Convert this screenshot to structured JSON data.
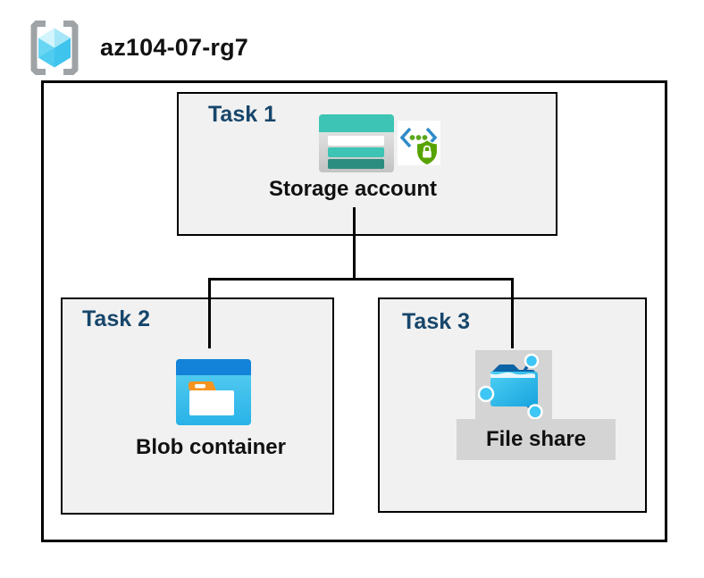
{
  "header": {
    "title": "az104-07-rg7"
  },
  "tasks": [
    {
      "label": "Task 1",
      "item_label": "Storage account"
    },
    {
      "label": "Task 2",
      "item_label": "Blob container"
    },
    {
      "label": "Task 3",
      "item_label": "File share"
    }
  ],
  "icons": {
    "resource_group": "resource-group-brackets-cube-icon",
    "storage_account": "storage-account-table-icon",
    "secure_access": "code-brackets-shield-lock-icon",
    "blob_container": "blob-container-folder-icon",
    "file_share": "file-share-network-folder-icon"
  },
  "colors": {
    "task_label": "#17466b",
    "box_fill": "#f1f1f1",
    "border": "#000000",
    "teal": "#3ec4b4",
    "teal_dark": "#2b8c80",
    "blob_blue": "#1283d8",
    "cyan": "#35bcea",
    "orange": "#f7941e",
    "shield_green": "#57a300",
    "bracket_blue": "#2e8ac8",
    "gray_highlight": "#d4d4d4"
  }
}
